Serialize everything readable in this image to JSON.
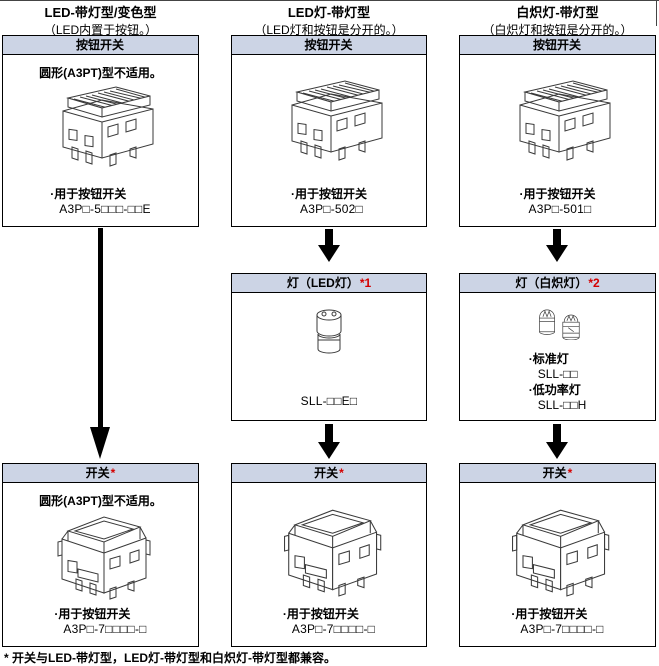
{
  "colors": {
    "header_bg": "#ccd4e5",
    "accent_red": "#d40000",
    "line": "#000000"
  },
  "columns": [
    {
      "title": "LED-带灯型/变色型",
      "subtitle": "（LED内置于按钮。）",
      "top_box": {
        "header": "按钮开关",
        "note": "圆形(A3PT)型不适用。",
        "caption": "·用于按钮开关",
        "model": "A3P□-5□□□-□□E"
      },
      "bottom_box": {
        "header": "开关",
        "header_mark": "*",
        "note": "圆形(A3PT)型不适用。",
        "caption": "·用于按钮开关",
        "model": "A3P□-7□□□□-□"
      }
    },
    {
      "title": "LED灯-带灯型",
      "subtitle": "（LED灯和按钮是分开的。）",
      "top_box": {
        "header": "按钮开关",
        "caption": "·用于按钮开关",
        "model": "A3P□-502□"
      },
      "middle_box": {
        "header": "灯（LED灯）",
        "header_mark": "*1",
        "model": "SLL-□□E□"
      },
      "bottom_box": {
        "header": "开关",
        "header_mark": "*",
        "caption": "·用于按钮开关",
        "model": "A3P□-7□□□□-□"
      }
    },
    {
      "title": "白炽灯-带灯型",
      "subtitle": "（白炽灯和按钮是分开的。）",
      "top_box": {
        "header": "按钮开关",
        "caption": "·用于按钮开关",
        "model": "A3P□-501□"
      },
      "middle_box": {
        "header": "灯（白炽灯）",
        "header_mark": "*2",
        "items": [
          {
            "label": "·标准灯",
            "model": "SLL-□□"
          },
          {
            "label": "·低功率灯",
            "model": "SLL-□□H"
          }
        ]
      },
      "bottom_box": {
        "header": "开关",
        "header_mark": "*",
        "caption": "·用于按钮开关",
        "model": "A3P□-7□□□□-□"
      }
    }
  ],
  "footnote": "* 开关与LED-带灯型，LED灯-带灯型和白炽灯-带灯型都兼容。"
}
